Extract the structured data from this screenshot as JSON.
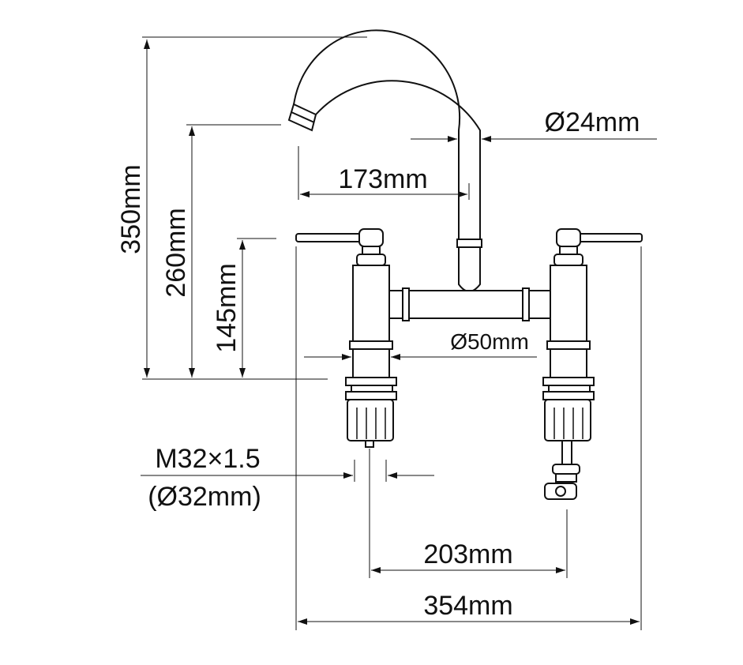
{
  "diagram": {
    "colors": {
      "line": "#111111",
      "background": "#ffffff"
    },
    "dimensions": {
      "total_height": "350mm",
      "spout_height": "260mm",
      "handle_height": "145mm",
      "spout_reach": "173mm",
      "spout_diameter": "Ø24mm",
      "bridge_diameter": "Ø50mm",
      "thread_size": "M32×1.5",
      "thread_diameter": "(Ø32mm)",
      "centers": "203mm",
      "overall_width": "354mm"
    }
  }
}
